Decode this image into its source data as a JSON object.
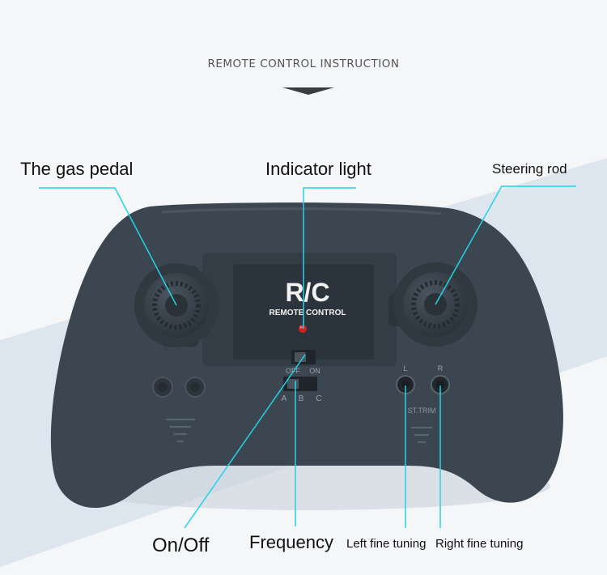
{
  "header": {
    "title": "REMOTE CONTROL INSTRUCTION"
  },
  "controller": {
    "logo_main": "R/C",
    "logo_sub": "REMOTE CONTROL",
    "switch_off": "OFF",
    "switch_on": "ON",
    "freq_a": "A",
    "freq_b": "B",
    "freq_c": "C",
    "trim_left": "L",
    "trim_right": "R",
    "trim_label": "ST.TRIM"
  },
  "callouts": {
    "gas_pedal": "The gas pedal",
    "indicator_light": "Indicator light",
    "steering_rod": "Steering rod",
    "on_off": "On/Off",
    "frequency": "Frequency",
    "left_fine_tuning": "Left fine tuning",
    "right_fine_tuning": "Right fine tuning"
  },
  "colors": {
    "callout_line": "#22d3e6",
    "controller_body": "#3b4650",
    "indicator_led": "#d42020",
    "background_band": "#dde6ef"
  }
}
